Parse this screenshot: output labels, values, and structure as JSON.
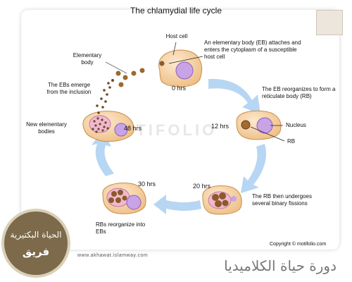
{
  "title": "The chlamydial life cycle",
  "labels": {
    "host_cell": "Host cell",
    "eb_attaches": "An elementary body (EB) attaches and enters the cytoplasm of a susceptible host cell",
    "elementary_body": "Elementary body",
    "ebs_emerge": "The EBs emerge from the inclusion",
    "new_elementary_bodies": "New elementary bodies",
    "eb_reorganizes": "The EB reorganizes to form a reticulate body (RB)",
    "nucleus": "Nucleus",
    "rb": "RB",
    "rb_fissions": "The RB then undergoes several binary fissions",
    "rbs_reorganize": "RBs reorganize into EBs"
  },
  "times": {
    "t0": "0 hrs",
    "t12": "12 hrs",
    "t20": "20 hrs",
    "t30": "30 hrs",
    "t48": "48 hrs"
  },
  "watermark": "MOTIFOLIO",
  "copyright": "Copyright © motifolio.com",
  "url": "www.akhawat.islamway.com",
  "arabic_caption": "دورة حياة الكلاميديا",
  "badge": {
    "line1": "الحياة البكتيرية",
    "line2": "فريق"
  },
  "colors": {
    "cell_fill": "#f6d3a6",
    "nucleus_fill": "#c8a3e6",
    "arrow_fill": "#b6d6f3",
    "rb_fill": "#8a5a2a"
  }
}
